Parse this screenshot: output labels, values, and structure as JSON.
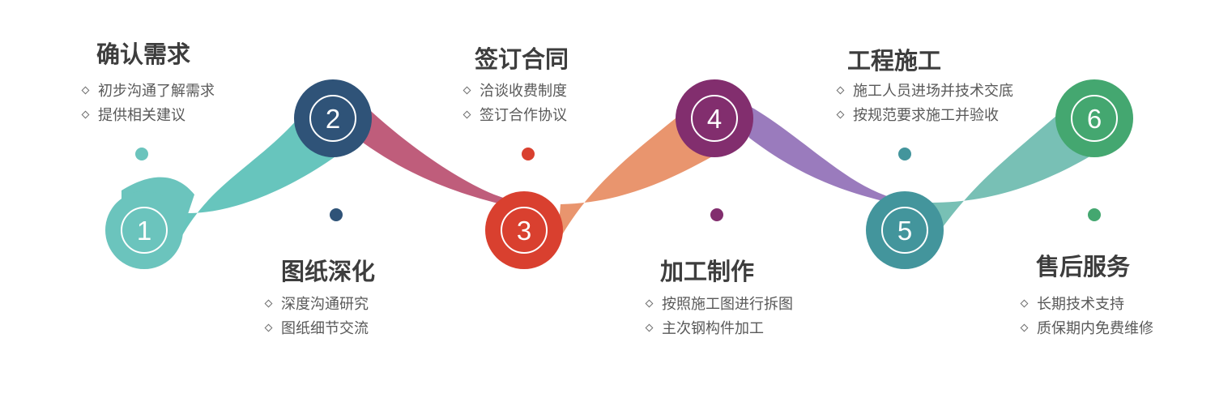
{
  "steps": [
    {
      "number": "1",
      "title": "确认需求",
      "bullets": [
        "初步沟通了解需求",
        "提供相关建议"
      ],
      "color": "#6bc4bd"
    },
    {
      "number": "2",
      "title": "图纸深化",
      "bullets": [
        "深度沟通研究",
        "图纸细节交流"
      ],
      "color": "#2f5378"
    },
    {
      "number": "3",
      "title": "签订合同",
      "bullets": [
        "洽谈收费制度",
        "签订合作协议"
      ],
      "color": "#d9402f"
    },
    {
      "number": "4",
      "title": "加工制作",
      "bullets": [
        "按照施工图进行拆图",
        "主次钢构件加工"
      ],
      "color": "#822e6e"
    },
    {
      "number": "5",
      "title": "工程施工",
      "bullets": [
        "施工人员进场并技术交底",
        "按规范要求施工并验收"
      ],
      "color": "#43959c"
    },
    {
      "number": "6",
      "title": "售后服务",
      "bullets": [
        "长期技术支持",
        "质保期内免费维修"
      ],
      "color": "#44a770"
    }
  ],
  "colors": {
    "ribbon_1_2": "#67c5bd",
    "ribbon_2_3": "#bf5d7b",
    "ribbon_3_4": "#e9956e",
    "ribbon_4_5": "#9a7bbd",
    "ribbon_5_6": "#78c0b5",
    "text_title": "#3d3d3d",
    "text_body": "#595959"
  }
}
